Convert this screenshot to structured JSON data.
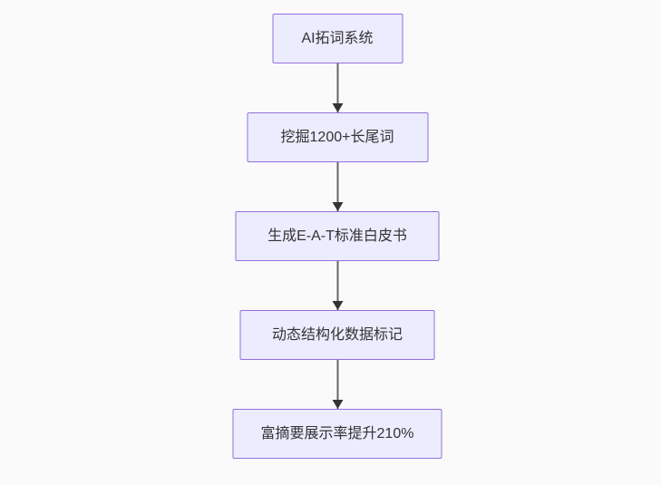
{
  "diagram": {
    "type": "flowchart",
    "direction": "top-down",
    "nodes": [
      {
        "label": "AI拓词系统"
      },
      {
        "label": "挖掘1200+长尾词"
      },
      {
        "label": "生成E-A-T标准白皮书"
      },
      {
        "label": "动态结构化数据标记"
      },
      {
        "label": "富摘要展示率提升210%"
      }
    ],
    "edges": [
      {
        "from": 0,
        "to": 1,
        "arrow": "down"
      },
      {
        "from": 1,
        "to": 2,
        "arrow": "down"
      },
      {
        "from": 2,
        "to": 3,
        "arrow": "down"
      },
      {
        "from": 3,
        "to": 4,
        "arrow": "down"
      }
    ],
    "colors": {
      "node_fill": "#ECECFF",
      "node_border": "#9370DB",
      "node_text": "#333333",
      "edge_line": "#666666",
      "edge_arrowhead": "#333333",
      "background": "#fafafa"
    }
  }
}
